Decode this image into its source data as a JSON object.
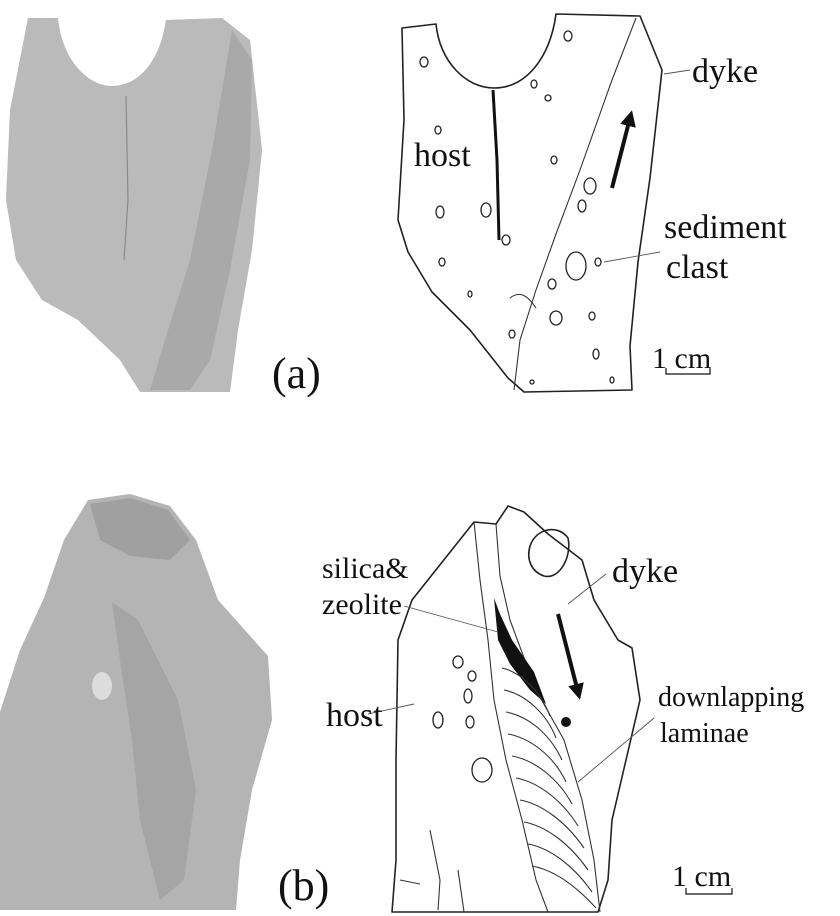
{
  "panel_a": {
    "panel_label": "(a)",
    "labels": {
      "host": "host",
      "dyke": "dyke",
      "sediment_line1": "sediment",
      "sediment_line2": "clast"
    },
    "scale_bar": "1 cm"
  },
  "panel_b": {
    "panel_label": "(b)",
    "labels": {
      "silica_line1": "silica&",
      "silica_line2": "zeolite",
      "dyke": "dyke",
      "host": "host",
      "downlap_line1": "downlapping",
      "downlap_line2": "laminae"
    },
    "scale_bar": "1 cm"
  },
  "colors": {
    "photo_gray": "#b8b8b8",
    "ink": "#111111"
  }
}
